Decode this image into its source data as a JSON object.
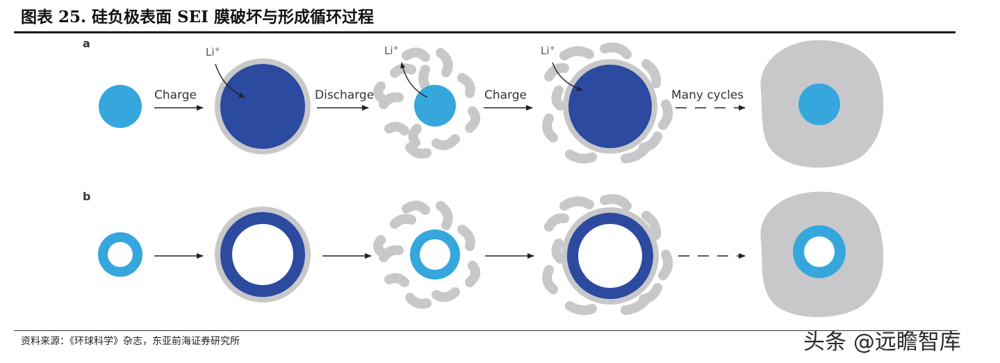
{
  "header": {
    "title": "图表 25. 硅负极表面 SEI 膜破坏与形成循环过程"
  },
  "diagram": {
    "panels": [
      "a",
      "b"
    ],
    "steps": [
      "Charge",
      "Discharge",
      "Charge",
      "Many cycles"
    ],
    "ion_label": "Li",
    "ion_charge": "+"
  },
  "footer": {
    "source": "资料来源：《环球科学》杂志，东亚前海证券研究所",
    "watermark": "头条 @远瞻智库"
  },
  "colors": {
    "light_blue": "#35a7dd",
    "dark_blue": "#2b4aa0",
    "sei_gray": "#c8c8ca"
  }
}
